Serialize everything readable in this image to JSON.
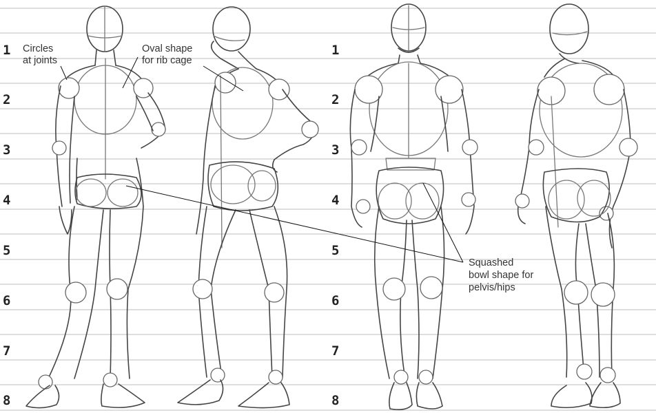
{
  "ruler_left": [
    "1",
    "2",
    "3",
    "4",
    "5",
    "6",
    "7",
    "8"
  ],
  "ruler_middle": [
    "1",
    "2",
    "3",
    "4",
    "5",
    "6",
    "7",
    "8"
  ],
  "labels": {
    "circles_joints": [
      "Circles",
      "at joints"
    ],
    "oval_ribcage": [
      "Oval shape",
      "for rib cage"
    ],
    "bowl_pelvis": [
      "Squashed",
      "bowl shape for",
      "pelvis/hips"
    ]
  }
}
